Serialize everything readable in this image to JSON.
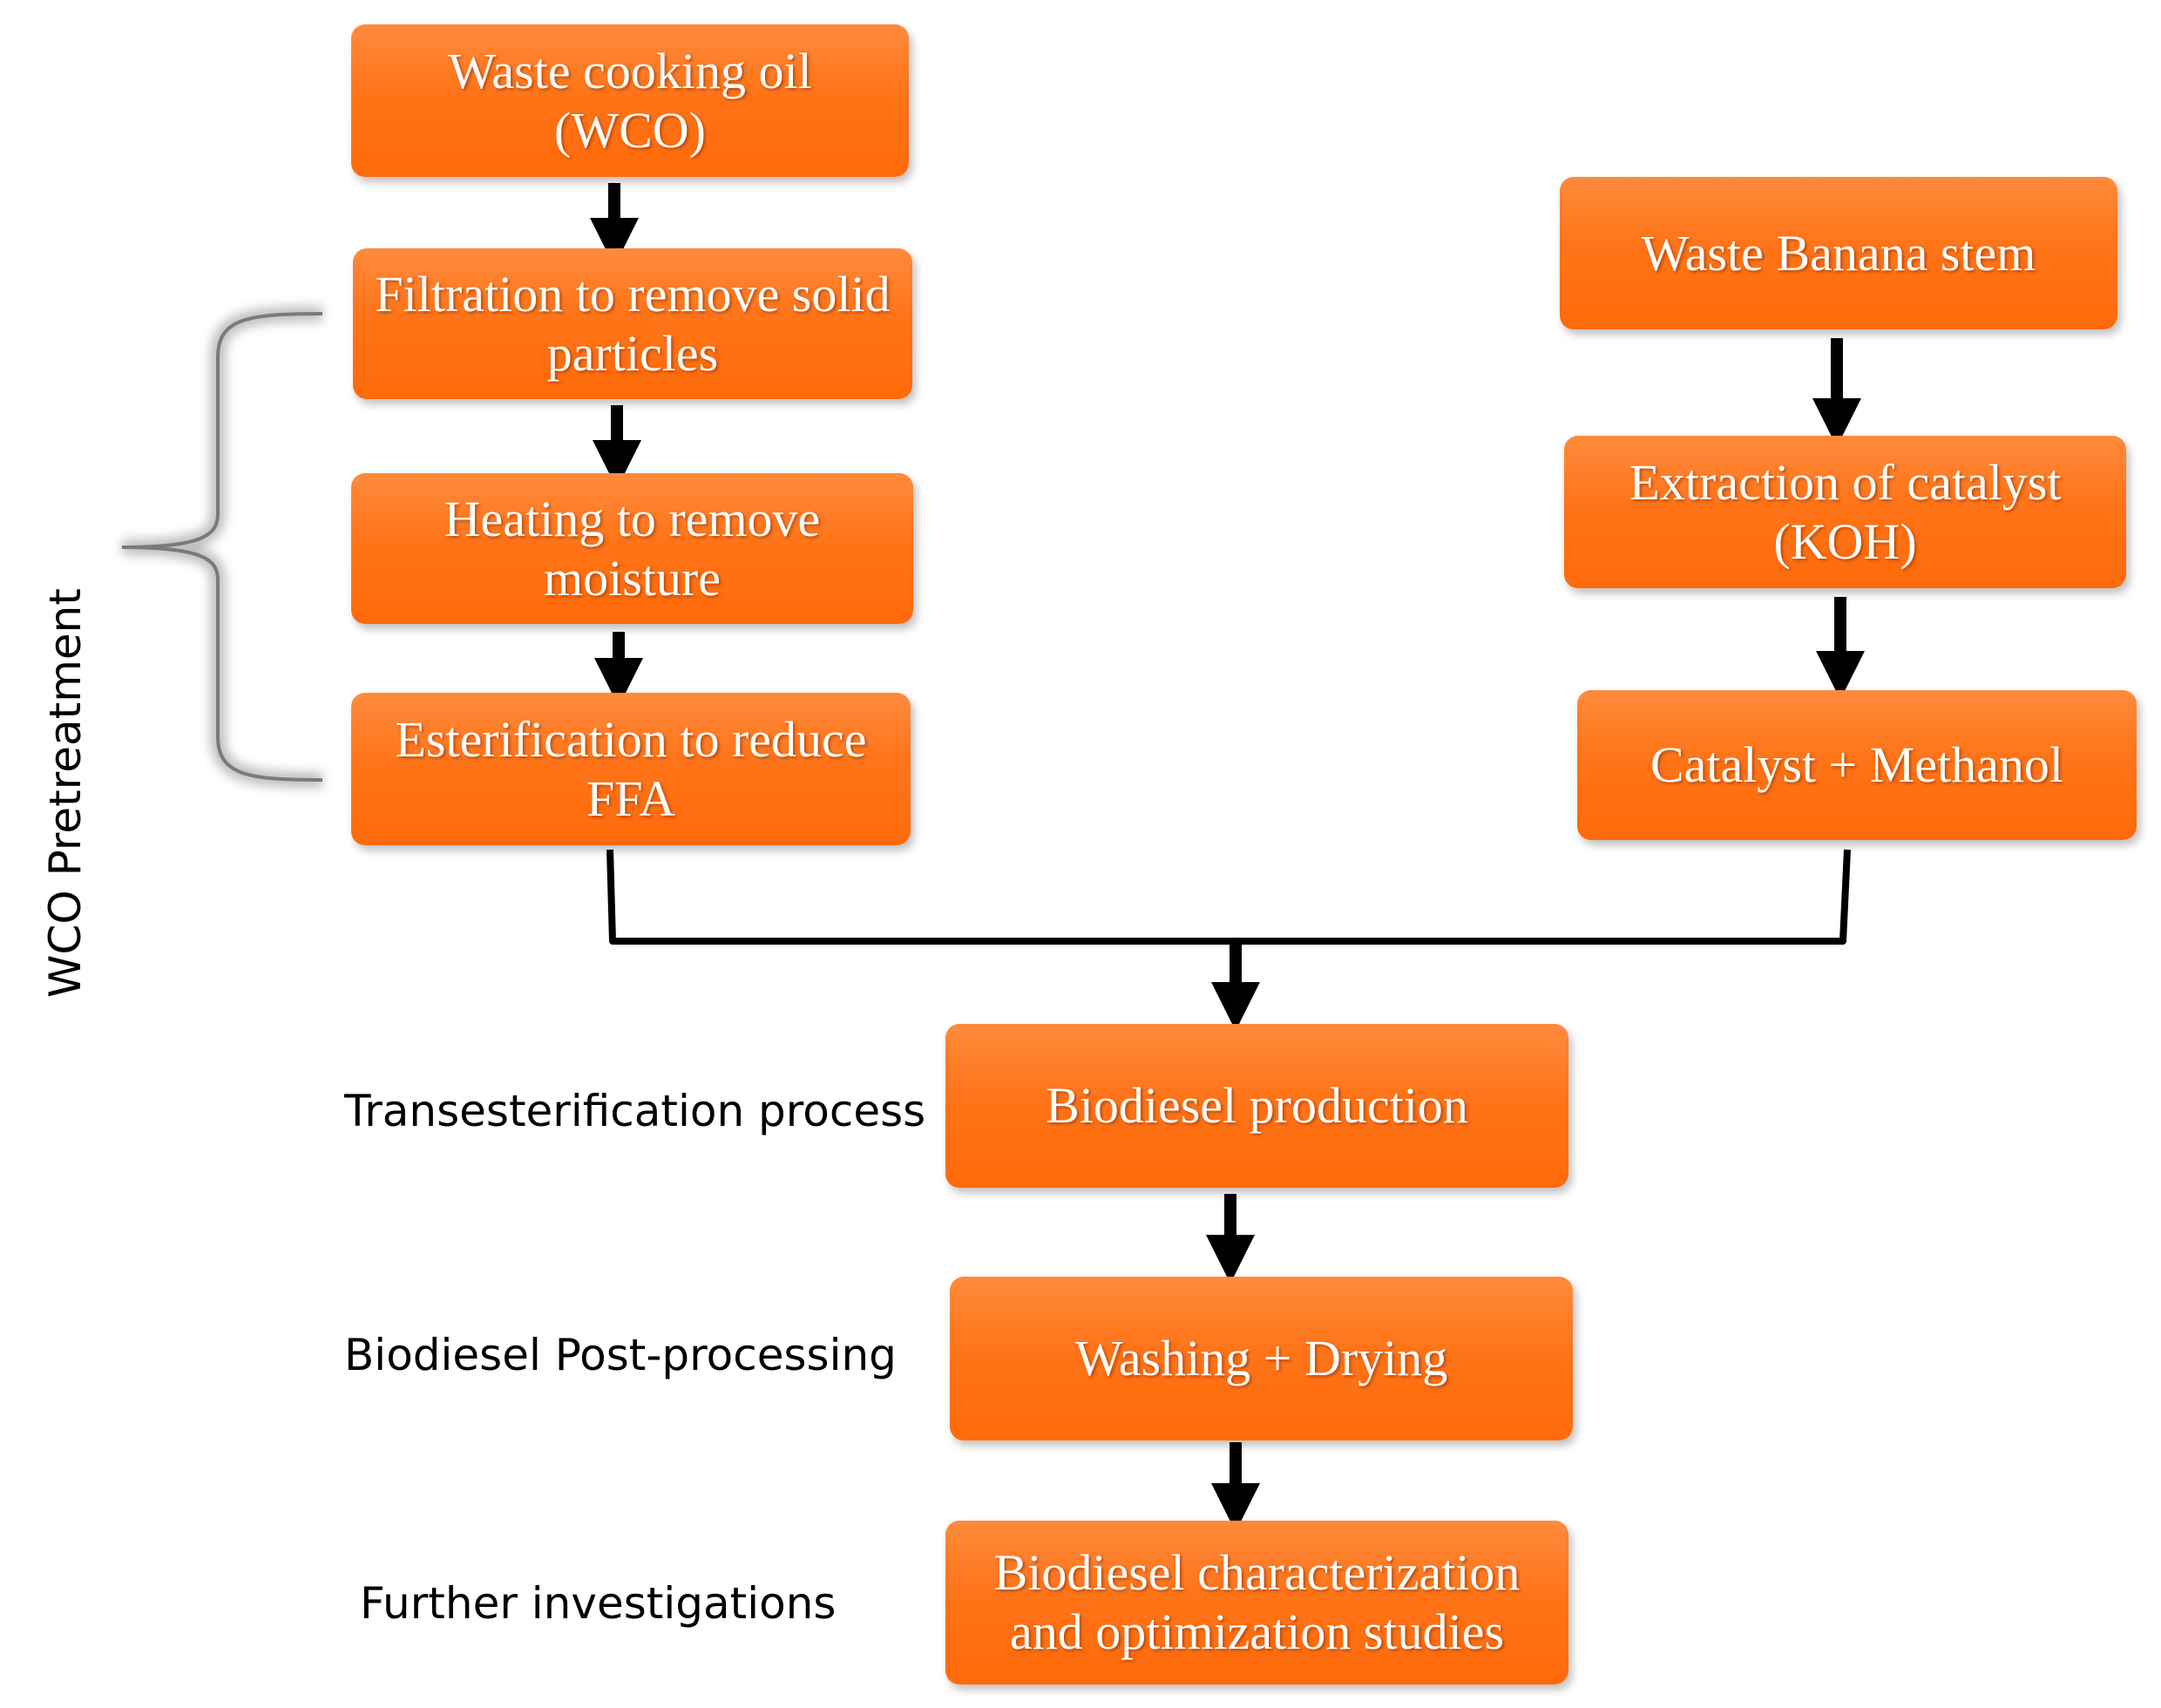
{
  "nodes": {
    "wco": "Waste cooking oil (WCO)",
    "filtration": "Filtration to remove solid particles",
    "heating": "Heating to remove moisture",
    "esterification": "Esterification to reduce FFA",
    "banana": "Waste Banana stem",
    "extraction": "Extraction of catalyst (KOH)",
    "catalyst_methanol": "Catalyst + Methanol",
    "biodiesel_production": "Biodiesel production",
    "washing": "Washing + Drying",
    "characterization": "Biodiesel characterization and optimization studies"
  },
  "labels": {
    "pretreatment": "WCO Pretreatment",
    "transesterification": "Transesterification process",
    "post_processing": "Biodiesel Post-processing",
    "further": "Further investigations"
  },
  "colors": {
    "box": "#ff7418",
    "box_text": "#ffffff",
    "arrow": "#000000"
  }
}
